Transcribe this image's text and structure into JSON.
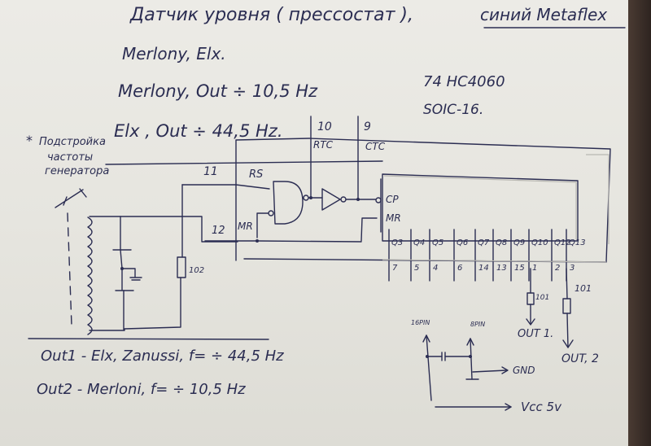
{
  "header": {
    "title_line": "Датчик уровня ( прессостат ),",
    "title_suffix": "синий Metaflex",
    "line2": "Merlony, Elx.",
    "line3": "Merlony, Out ÷ 10,5 Hz",
    "line4": "Elx , Out ÷ 44,5 Hz."
  },
  "chip": {
    "part_number": "74 HC4060",
    "package": "SOIC-16."
  },
  "tuning_note": {
    "star": "*",
    "line1": "Подстройка",
    "line2": "частоты",
    "line3": "генератора"
  },
  "pins": {
    "rtc_pin": "10",
    "ctc_pin": "9",
    "rs_pin": "11",
    "mr_pin": "12",
    "rtc_label": "RTC",
    "ctc_label": "CTC",
    "rs_label": "RS",
    "mr_label": "MR",
    "cp_label": "CP",
    "mr2_label": "MR"
  },
  "outputs": {
    "q_labels": [
      "Q3",
      "Q4",
      "Q5",
      "Q6",
      "Q7",
      "Q8",
      "Q9",
      "Q10",
      "Q12",
      "Q13"
    ],
    "pin_numbers": [
      "7",
      "5",
      "4",
      "6",
      "14",
      "13",
      "15",
      "1",
      "2",
      "3"
    ]
  },
  "components": {
    "resistor_left": "102",
    "resistor_out1": "101",
    "resistor_out2": "101",
    "out1_label": "OUT 1.",
    "out2_label": "OUT, 2"
  },
  "power": {
    "pin16": "16PIN",
    "pin8": "8PIN",
    "gnd": "GND",
    "vcc": "Vcc 5v"
  },
  "footer": {
    "out1_text": "Out1 -   Elx, Zanussi, f= ÷ 44,5 Hz",
    "out2_text": "Out2 -  Merloni,  f= ÷ 10,5 Hz"
  },
  "colors": {
    "ink": "#2b2d52",
    "paper": "#ecebe6",
    "pencil": "#b9b8b2"
  }
}
